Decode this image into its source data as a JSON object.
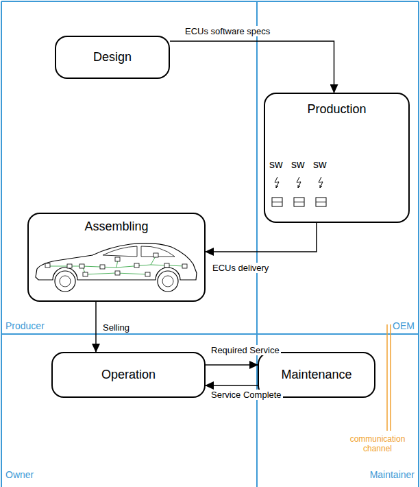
{
  "diagram": {
    "nodes": [
      {
        "text": [
          "Design"
        ]
      },
      {
        "text": [
          "Production"
        ]
      },
      {
        "text": [
          "Assembling"
        ]
      },
      {
        "text": [
          "Operation"
        ]
      },
      {
        "text": [
          "Maintenance"
        ]
      }
    ],
    "edges": [
      {
        "from": 0,
        "to": 1,
        "label": "ECUs software specs",
        "arrow": "to"
      },
      {
        "from": 1,
        "to": 2,
        "label": "ECUs delivery",
        "arrow": "to"
      },
      {
        "from": 2,
        "to": 3,
        "label": "Selling",
        "arrow": "to"
      },
      {
        "from": 3,
        "to": 4,
        "label": "Required Service",
        "arrow": "to"
      },
      {
        "from": 4,
        "to": 3,
        "label": "Service Complete",
        "arrow": "to"
      }
    ],
    "labels": [
      "sw",
      "sw",
      "sw",
      "Producer",
      "OEM",
      "Owner",
      "Maintainer",
      "communication channel"
    ]
  }
}
